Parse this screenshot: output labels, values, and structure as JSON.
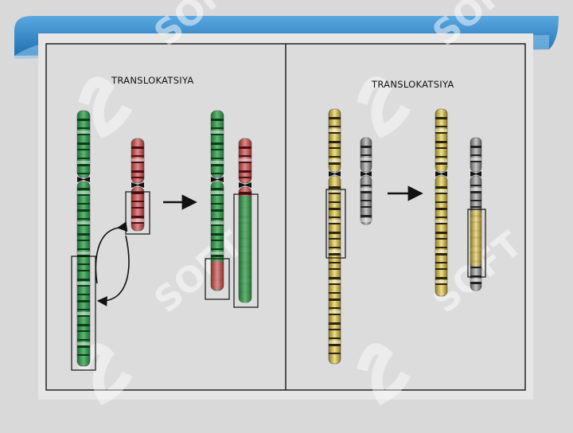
{
  "slide": {
    "colors": {
      "background": "#d9d9d9",
      "header_blue": "#2f86c8",
      "panel_bg": "#dcdcdc",
      "green": "#2e8a45",
      "red": "#b43c3c",
      "yellow": "#c9b64a",
      "gray": "#7a7a7a"
    },
    "panels": [
      {
        "name": "left-panel",
        "title": "TRANSLOKATSIYA"
      },
      {
        "name": "right-panel",
        "title": "TRANSLOKATSIYA"
      }
    ],
    "watermark": {
      "text": "SOFT"
    }
  }
}
